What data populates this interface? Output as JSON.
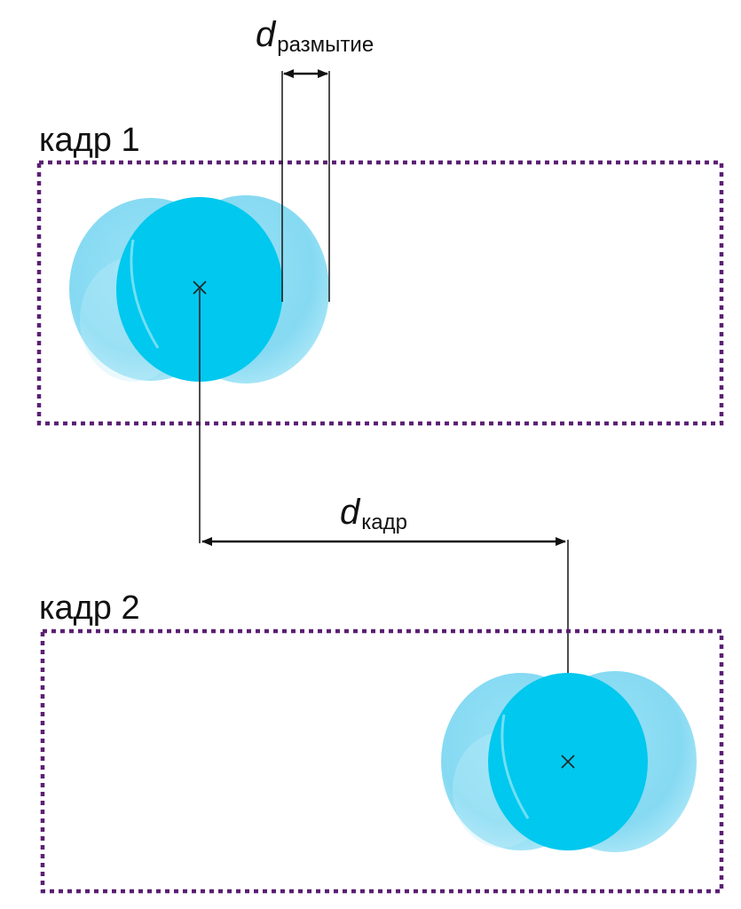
{
  "frame1": {
    "label": "кадр 1"
  },
  "frame2": {
    "label": "кадр 2"
  },
  "blur_dimension": {
    "symbol": "d",
    "subscript": "размытие"
  },
  "frame_dimension": {
    "symbol": "d",
    "subscript": "кадр"
  },
  "colors": {
    "frame_border": "#5b1f73",
    "blob_core": "#00c8ee",
    "blob_halo": "#74d6f0",
    "line": "#222222"
  },
  "icons": {
    "center_marker": "x-mark-icon"
  }
}
